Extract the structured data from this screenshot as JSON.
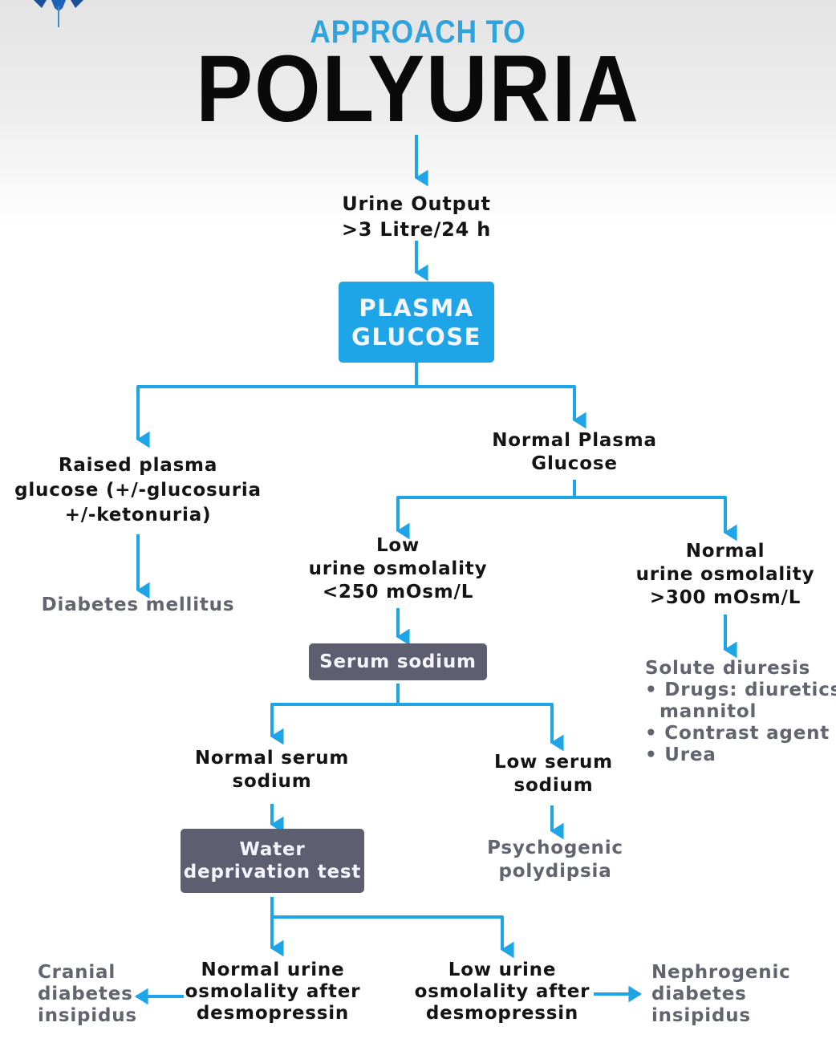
{
  "header": {
    "logo_icon": "caduceus-wing-icon",
    "subtitle": "APPROACH TO",
    "title": "POLYURIA"
  },
  "colors": {
    "accent_blue": "#1da5e8",
    "subtitle_blue": "#2ea3dd",
    "box_gray": "#5d5e6f",
    "outcome_gray": "#62646f",
    "text_dark": "#141414"
  },
  "flowchart": {
    "urine_output": [
      "Urine Output",
      ">3 Litre/24 h"
    ],
    "plasma_glucose_box": [
      "PLASMA",
      "GLUCOSE"
    ],
    "raised_glucose": [
      "Raised plasma",
      "glucose (+/-glucosuria",
      "+/-ketonuria)"
    ],
    "diabetes_mellitus": "Diabetes mellitus",
    "normal_glucose": [
      "Normal Plasma",
      "Glucose"
    ],
    "low_osmolality": [
      "Low",
      "urine osmolality",
      "<250 mOsm/L"
    ],
    "normal_osmolality": [
      "Normal",
      "urine osmolality",
      ">300 mOsm/L"
    ],
    "solute_diuresis": {
      "heading": "Solute diuresis",
      "items": [
        "• Drugs: diuretics,",
        "mannitol",
        "• Contrast agent",
        "• Urea"
      ]
    },
    "serum_sodium_box": "Serum sodium",
    "normal_serum_sodium": [
      "Normal serum",
      "sodium"
    ],
    "low_serum_sodium": [
      "Low serum",
      "sodium"
    ],
    "psychogenic_polydipsia": [
      "Psychogenic",
      "polydipsia"
    ],
    "water_deprivation_box": [
      "Water",
      "deprivation test"
    ],
    "normal_urine_after_ddavp": [
      "Normal urine",
      "osmolality after",
      "desmopressin"
    ],
    "low_urine_after_ddavp": [
      "Low urine",
      "osmolality after",
      "desmopressin"
    ],
    "cranial_di": [
      "Cranial",
      "diabetes",
      "insipidus"
    ],
    "nephrogenic_di": [
      "Nephrogenic",
      "diabetes",
      "insipidus"
    ]
  }
}
